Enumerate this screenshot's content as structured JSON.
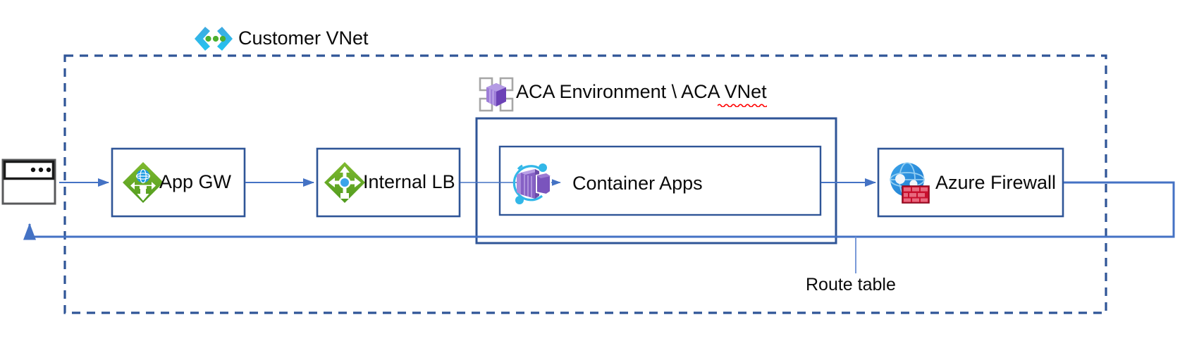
{
  "diagram": {
    "title_hidden": "",
    "vnet": {
      "label": "Customer VNet",
      "icon": "vnet-icon",
      "border_color": "#2F5597",
      "border_style": "dashed"
    },
    "aca_env": {
      "label": "ACA Environment \\ ACA VNet",
      "icon": "aca-environment-icon",
      "border_color": "#2F5597",
      "spellcheck_word": "VNet"
    },
    "client": {
      "label": "",
      "icon": "browser-window-icon"
    },
    "nodes": [
      {
        "id": "app-gw",
        "label": "App GW",
        "icon": "application-gateway-icon",
        "border_color": "#2F5597"
      },
      {
        "id": "internal-lb",
        "label": "Internal LB",
        "icon": "load-balancer-icon",
        "border_color": "#2F5597"
      },
      {
        "id": "container-apps",
        "label": "Container Apps",
        "icon": "container-apps-icon",
        "border_color": "#2F5597"
      },
      {
        "id": "azure-firewall",
        "label": "Azure Firewall",
        "icon": "azure-firewall-icon",
        "border_color": "#2F5597"
      }
    ],
    "annotations": [
      {
        "id": "route-table",
        "label": "Route table",
        "leader_line_color": "#4472C4"
      }
    ],
    "colors": {
      "flow_arrow": "#4472C4",
      "return_path": "#4472C4",
      "box_border": "#2F5597",
      "vnet_dashed": "#2F5597",
      "azure_green": "#59A618",
      "azure_blue": "#1F9CE4",
      "aca_purple": "#8661C5",
      "firewall_red": "#C8102E",
      "spellcheck": "#FF0000"
    }
  }
}
